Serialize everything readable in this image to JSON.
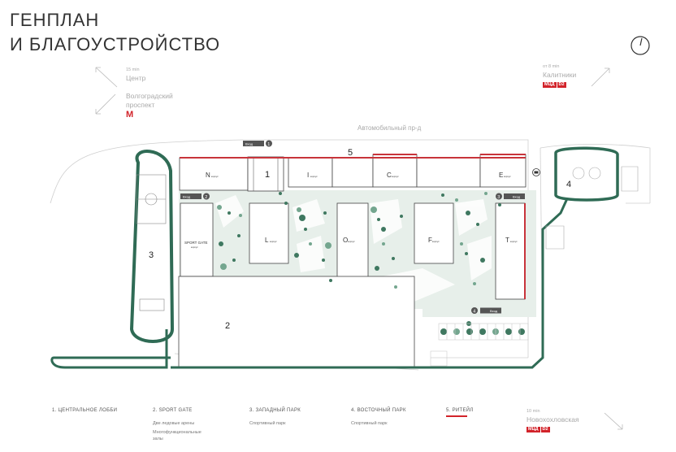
{
  "page": {
    "title_line1": "ГЕНПЛАН",
    "title_line2": "И БЛАГОУСТРОЙСТВО"
  },
  "directions": {
    "left": {
      "time": "15 min",
      "center": "Центр",
      "road_line1": "Волгоградский",
      "road_line2": "проспект",
      "metro_symbol": "M"
    },
    "right": {
      "time": "от 8 min",
      "place": "Калитники",
      "mcd": "МЦД",
      "line": "D2"
    },
    "bottom": {
      "time": "10 min",
      "place": "Новохохловская",
      "mcd": "МЦД",
      "line": "D2"
    }
  },
  "map": {
    "road_label": "Автомобильный пр-д",
    "buildings": [
      {
        "letter": "N",
        "small": "корпус"
      },
      {
        "letter": "I",
        "small": "корпус"
      },
      {
        "letter": "C",
        "small": "корпус"
      },
      {
        "letter": "E",
        "small": "корпус"
      },
      {
        "letter": "L",
        "small": "корпус"
      },
      {
        "letter": "O",
        "small": "корпус"
      },
      {
        "letter": "F",
        "small": "корпус"
      },
      {
        "letter": "T",
        "small": "корпус"
      }
    ],
    "sport_gate": {
      "name": "SPORT GATE",
      "small": "корпус"
    },
    "zone_numbers": {
      "lobby": "1",
      "zone2": "2",
      "west_park": "3",
      "east_park": "4",
      "retail": "5"
    },
    "entries": [
      {
        "label": "Вход",
        "num": "1"
      },
      {
        "label": "Вход",
        "num": "2"
      },
      {
        "label": "Вход",
        "num": "3"
      },
      {
        "label": "Вход",
        "num": "4"
      }
    ]
  },
  "legend": [
    {
      "title": "1. ЦЕНТРАЛЬНОЕ ЛОББИ",
      "sub": []
    },
    {
      "title": "2. SPORT GATE",
      "sub": [
        "Две ледовые арены",
        "Многофункциональные залы"
      ]
    },
    {
      "title": "3. ЗАПАДНЫЙ ПАРК",
      "sub": [
        "Спортивный парк"
      ]
    },
    {
      "title": "4. ВОСТОЧНЫЙ ПАРК",
      "sub": [
        "Спортивный парк"
      ]
    },
    {
      "title": "5. РИТЕЙЛ",
      "sub": []
    }
  ],
  "colors": {
    "path_green": "#2f6b55",
    "retail_red": "#c8343b",
    "park_light": "#e7efea",
    "tree_dark": "#3f7860",
    "tree_light": "#74a68f"
  }
}
